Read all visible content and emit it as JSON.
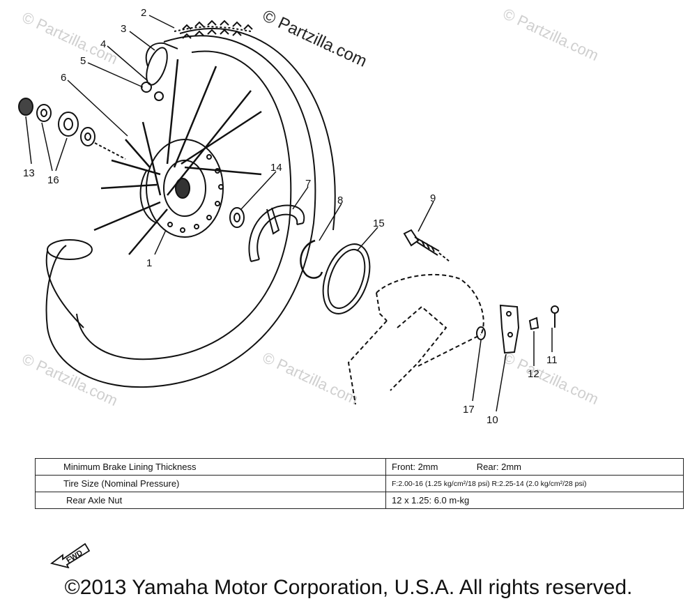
{
  "watermark": {
    "text": "© Partzilla.com"
  },
  "callouts": [
    {
      "id": "c1",
      "label": "1"
    },
    {
      "id": "c2",
      "label": "2"
    },
    {
      "id": "c3",
      "label": "3"
    },
    {
      "id": "c4",
      "label": "4"
    },
    {
      "id": "c5",
      "label": "5"
    },
    {
      "id": "c6",
      "label": "6"
    },
    {
      "id": "c7",
      "label": "7"
    },
    {
      "id": "c8",
      "label": "8"
    },
    {
      "id": "c9",
      "label": "9"
    },
    {
      "id": "c10",
      "label": "10"
    },
    {
      "id": "c11",
      "label": "11"
    },
    {
      "id": "c12",
      "label": "12"
    },
    {
      "id": "c13",
      "label": "13"
    },
    {
      "id": "c14",
      "label": "14"
    },
    {
      "id": "c15",
      "label": "15"
    },
    {
      "id": "c16",
      "label": "16"
    },
    {
      "id": "c17",
      "label": "17"
    }
  ],
  "specs": {
    "rows": [
      {
        "label": "Minimum Brake Lining Thickness",
        "front": "Front: 2mm",
        "rear": "Rear: 2mm"
      },
      {
        "label": "Tire Size (Nominal Pressure)",
        "value": "F:2.00-16 (1.25 kg/cm²/18 psi)  R:2.25-14 (2.0 kg/cm²/28 psi)"
      },
      {
        "label": "Rear Axle Nut",
        "value": "12 x 1.25: 6.0 m-kg"
      }
    ]
  },
  "fwd_label": "FWD",
  "copyright": "©2013 Yamaha Motor Corporation, U.S.A. All rights reserved."
}
